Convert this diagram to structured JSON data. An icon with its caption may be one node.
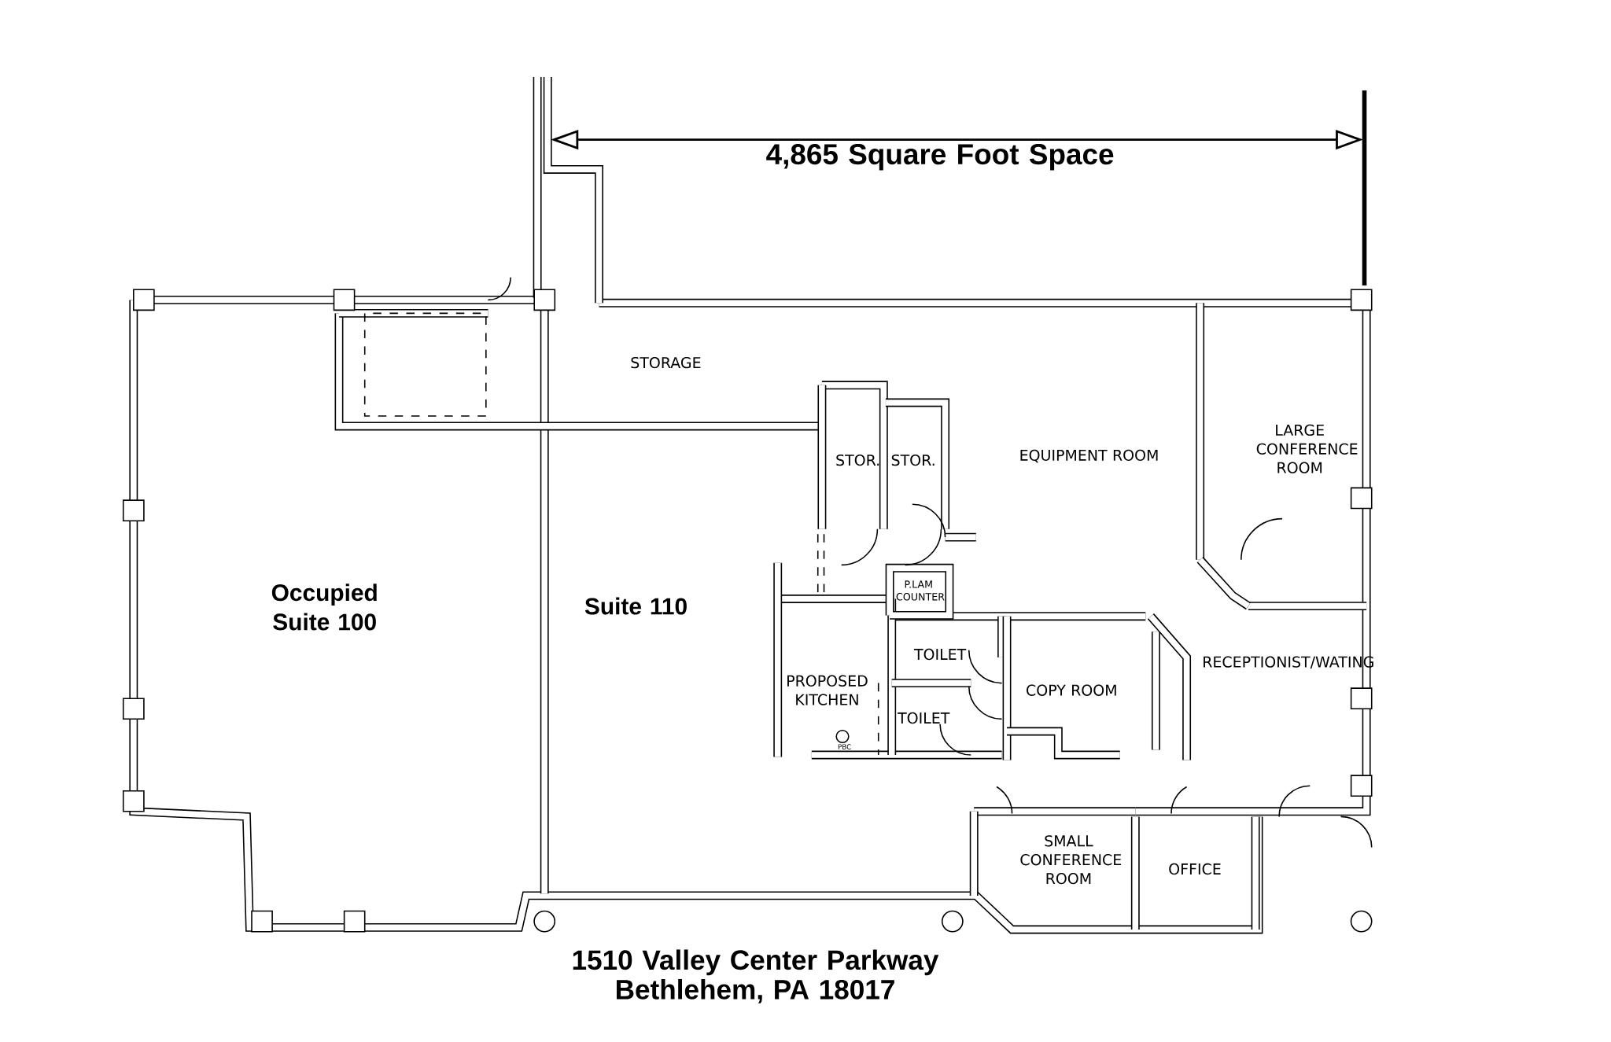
{
  "diagram": {
    "labels": [
      "4,865 Square Foot Space",
      "STORAGE",
      "STOR.",
      "STOR.",
      "EQUIPMENT ROOM",
      "LARGE CONFERENCE ROOM",
      "Occupied Suite 100",
      "Suite 110",
      "P.LAM COUNTER",
      "TOILET",
      "PROPOSED KITCHEN",
      "COPY ROOM",
      "RECEPTIONIST/WATING",
      "TOILET",
      "PBC",
      "SMALL CONFERENCE ROOM",
      "OFFICE",
      "1510 Valley Center Parkway",
      "Bethlehem, PA 18017"
    ]
  }
}
